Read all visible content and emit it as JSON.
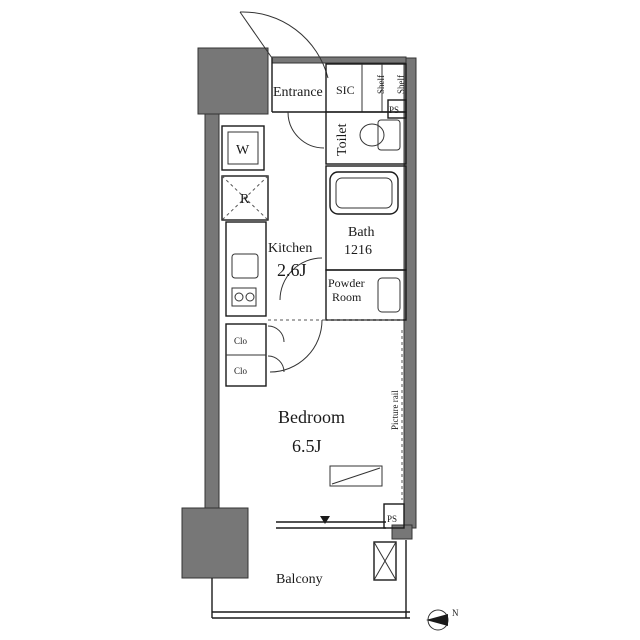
{
  "rooms": {
    "entrance": "Entrance",
    "sic": "SIC",
    "shelf_1": "Shelf",
    "shelf_2": "Shelf",
    "ps_top": "PS",
    "toilet": "Toilet",
    "bath": "Bath",
    "bath_size": "1216",
    "kitchen": "Kitchen",
    "kitchen_size": "2.6J",
    "powder_1": "Powder",
    "powder_2": "Room",
    "bedroom": "Bedroom",
    "bedroom_size": "6.5J",
    "picture_rail": "Picture rail",
    "ps_bottom": "PS",
    "balcony": "Balcony"
  },
  "appliances": {
    "washer": "W",
    "refrigerator": "R",
    "closet_1": "Clo",
    "closet_2": "Clo"
  },
  "compass": {
    "label": "N"
  },
  "colors": {
    "wall_fill": "#777777",
    "line": "#1a1a1a",
    "background": "#ffffff"
  }
}
